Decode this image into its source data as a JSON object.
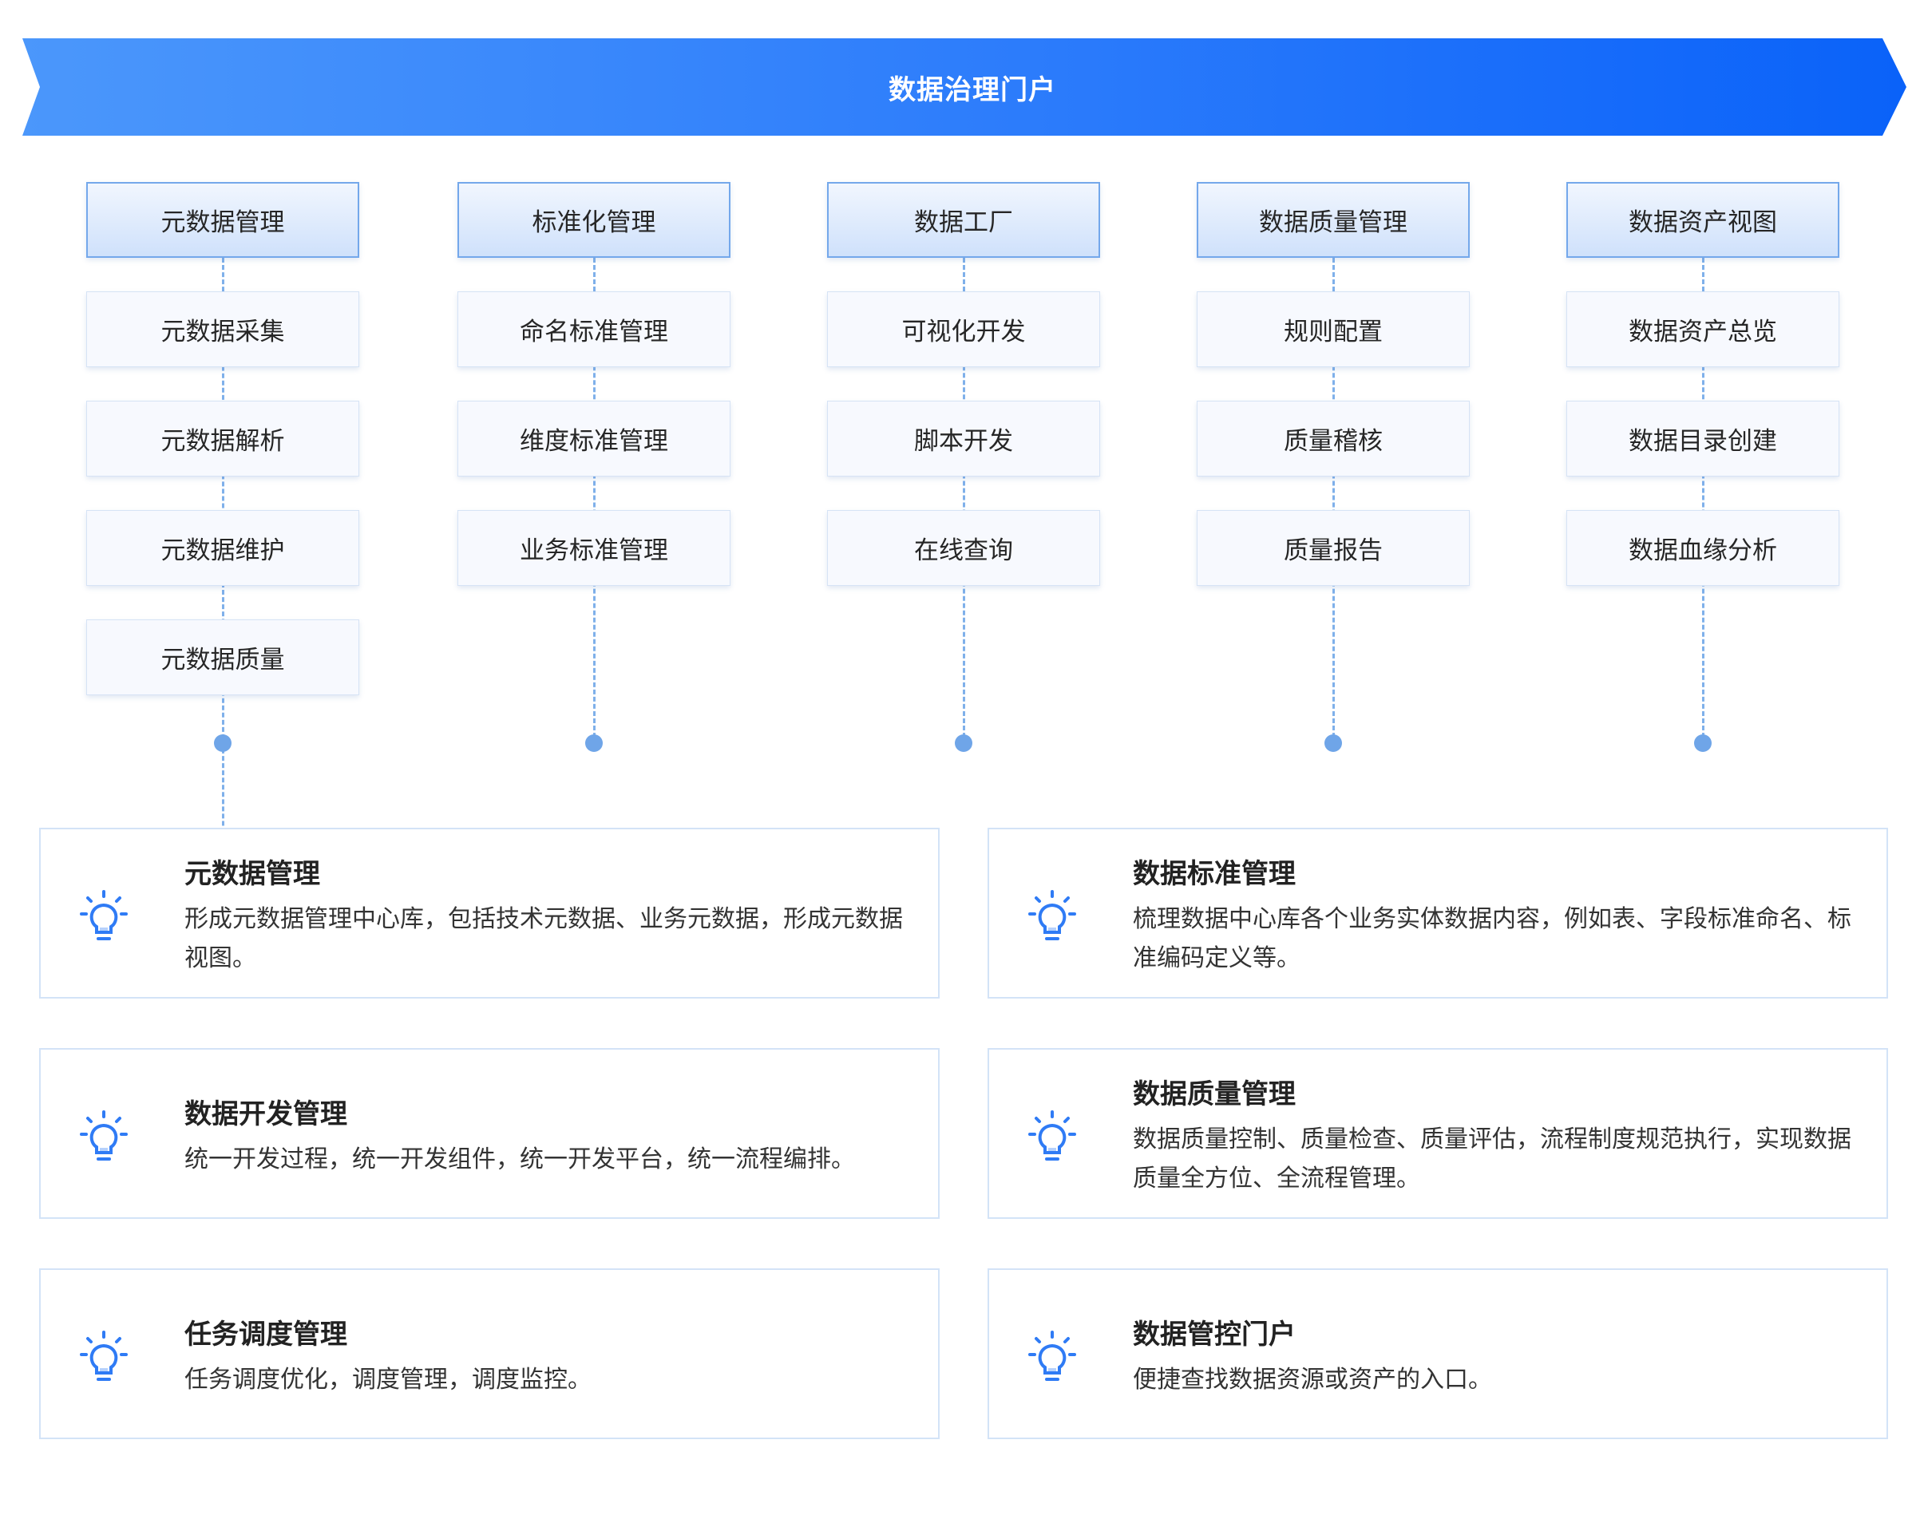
{
  "header": {
    "title": "数据治理门户"
  },
  "modules": [
    {
      "title": "元数据管理",
      "items": [
        "元数据采集",
        "元数据解析",
        "元数据维护",
        "元数据质量"
      ]
    },
    {
      "title": "标准化管理",
      "items": [
        "命名标准管理",
        "维度标准管理",
        "业务标准管理"
      ]
    },
    {
      "title": "数据工厂",
      "items": [
        "可视化开发",
        "脚本开发",
        "在线查询"
      ]
    },
    {
      "title": "数据质量管理",
      "items": [
        "规则配置",
        "质量稽核",
        "质量报告"
      ]
    },
    {
      "title": "数据资产视图",
      "items": [
        "数据资产总览",
        "数据目录创建",
        "数据血缘分析"
      ]
    }
  ],
  "cards": [
    {
      "title": "元数据管理",
      "desc": "形成元数据管理中心库，包括技术元数据、业务元数据，形成元数据视图。",
      "icon": "lightbulb-icon"
    },
    {
      "title": "数据标准管理",
      "desc": "梳理数据中心库各个业务实体数据内容，例如表、字段标准命名、标准编码定义等。",
      "icon": "lightbulb-icon"
    },
    {
      "title": "数据开发管理",
      "desc": "统一开发过程，统一开发组件，统一开发平台，统一流程编排。",
      "icon": "lightbulb-icon"
    },
    {
      "title": "数据质量管理",
      "desc": "数据质量控制、质量检查、质量评估，流程制度规范执行，实现数据质量全方位、全流程管理。",
      "icon": "lightbulb-icon"
    },
    {
      "title": "任务调度管理",
      "desc": "任务调度优化，调度管理，调度监控。",
      "icon": "lightbulb-icon"
    },
    {
      "title": "数据管控门户",
      "desc": "便捷查找数据资源或资产的入口。",
      "icon": "lightbulb-icon"
    }
  ],
  "colors": {
    "banner_start": "#4b97fb",
    "banner_end": "#0a62f9",
    "accent": "#2f7bf5",
    "connector": "#7fb0ea"
  }
}
